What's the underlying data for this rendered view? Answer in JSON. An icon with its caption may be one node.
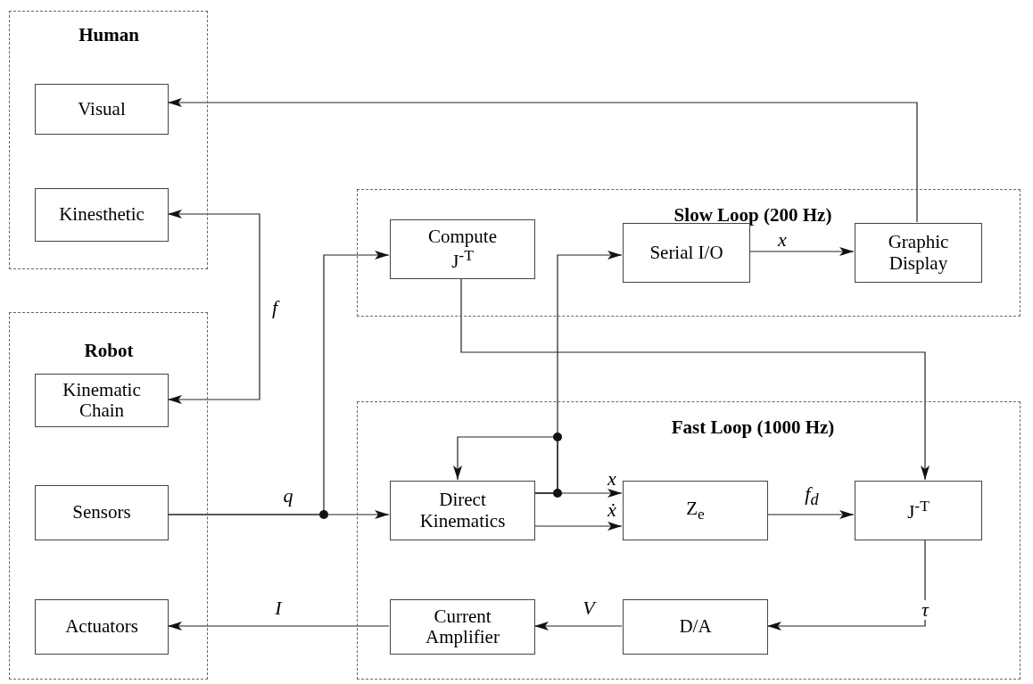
{
  "diagram": {
    "nodes": [
      {
        "text": [
          "Human"
        ]
      },
      {
        "text": [
          "Visual"
        ],
        "in": 0
      },
      {
        "text": [
          "Kinesthetic"
        ],
        "in": 0
      },
      {
        "text": [
          "Robot"
        ]
      },
      {
        "text": [
          "Kinematic Chain"
        ],
        "in": 3
      },
      {
        "text": [
          "Sensors"
        ],
        "in": 3
      },
      {
        "text": [
          "Actuators"
        ],
        "in": 3
      },
      {
        "text": [
          "Slow Loop (200 Hz)"
        ]
      },
      {
        "text": [
          "Compute J$^{-T}$"
        ],
        "in": 7
      },
      {
        "text": [
          "Serial I/O"
        ],
        "in": 7
      },
      {
        "text": [
          "Graphic Display"
        ],
        "in": 7
      },
      {
        "text": [
          "Fast Loop (1000 Hz)"
        ]
      },
      {
        "text": [
          "Direct Kinematics"
        ],
        "in": 11
      },
      {
        "text": [
          "Z$_{e}$"
        ],
        "in": 11
      },
      {
        "text": [
          "J$^{-T}$"
        ],
        "in": 11
      },
      {
        "text": [
          "Current Amplifier"
        ],
        "in": 11
      },
      {
        "text": [
          "D/A"
        ],
        "in": 11
      }
    ],
    "edges": [
      {
        "from": 10,
        "to": 1,
        "arrow": "to"
      },
      {
        "from": 2,
        "to": 4,
        "arrow": "both",
        "label": "f"
      },
      {
        "from": 5,
        "to": 12,
        "arrow": "to",
        "label": "q"
      },
      {
        "from": 5,
        "to": 8,
        "arrow": "to"
      },
      {
        "from": 8,
        "to": 14,
        "arrow": "to"
      },
      {
        "from": 12,
        "to": 9,
        "arrow": "to"
      },
      {
        "from": 12,
        "to": 12,
        "arrow": "to"
      },
      {
        "from": 12,
        "to": 13,
        "arrow": "to",
        "label": "x"
      },
      {
        "from": 12,
        "to": 13,
        "arrow": "to",
        "label": "ẋ"
      },
      {
        "from": 13,
        "to": 14,
        "arrow": "to",
        "label": "f$_{d}$"
      },
      {
        "from": 9,
        "to": 10,
        "arrow": "to",
        "label": "x"
      },
      {
        "from": 14,
        "to": 16,
        "arrow": "to",
        "label": "τ"
      },
      {
        "from": 16,
        "to": 15,
        "arrow": "to",
        "label": "V"
      },
      {
        "from": 15,
        "to": 6,
        "arrow": "to",
        "label": "I"
      }
    ]
  }
}
